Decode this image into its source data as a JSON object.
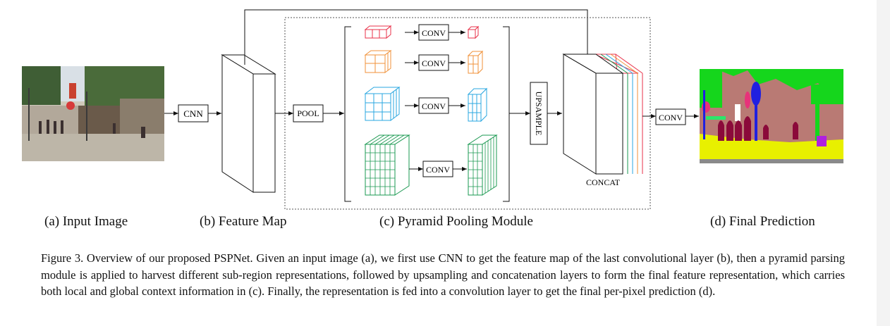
{
  "diagram": {
    "ops": {
      "cnn": "CNN",
      "pool": "POOL",
      "conv": "CONV",
      "upsample": "UPSAMPLE",
      "concat": "CONCAT"
    },
    "panel_labels": {
      "a": "(a) Input Image",
      "b": "(b) Feature Map",
      "c": "(c) Pyramid Pooling Module",
      "d": "(d) Final Prediction"
    },
    "colors": {
      "level1": "#e8324a",
      "level2": "#f0923a",
      "level3": "#2aa7e0",
      "level4": "#1a9850",
      "prediction_sky": "#15d61c",
      "prediction_building": "#b97a74",
      "prediction_road": "#e8f000",
      "prediction_person": "#8b0a3a",
      "prediction_pole": "#2020e0"
    }
  },
  "caption": {
    "text": "Figure 3. Overview of our proposed PSPNet. Given an input image (a), we first use CNN to get the feature map of the last convolutional layer (b), then a pyramid parsing module is applied to harvest different sub-region representations, followed by upsampling and concatenation layers to form the final feature representation, which carries both local and global context information in (c). Finally, the representation is fed into a convolution layer to get the final per-pixel prediction (d)."
  }
}
